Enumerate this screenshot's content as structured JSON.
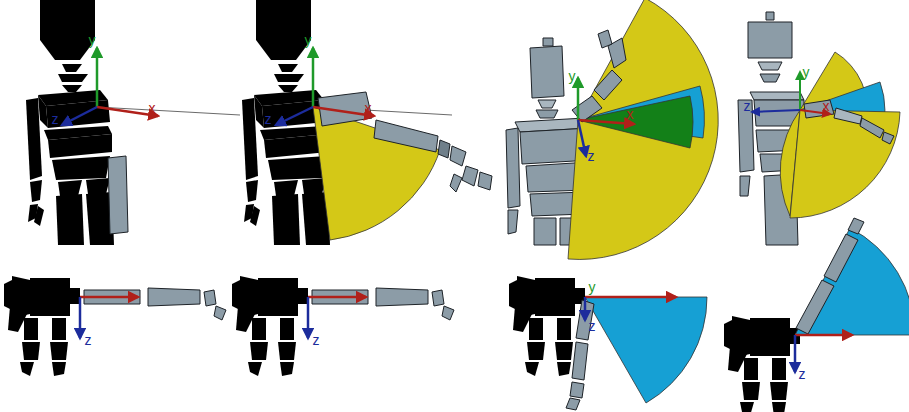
{
  "diagram": {
    "labels": [
      "y",
      "x",
      "z",
      "y",
      "x",
      "z",
      "y",
      "x",
      "z",
      "y",
      "z",
      "x",
      "z",
      "z",
      "y",
      "z",
      "z"
    ]
  }
}
